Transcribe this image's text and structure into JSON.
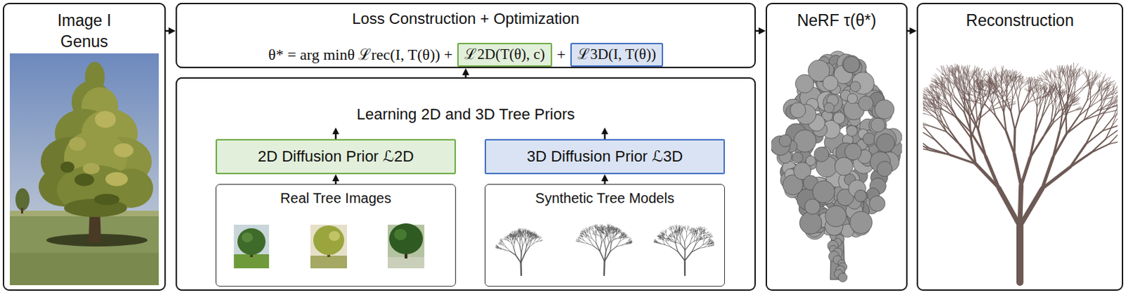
{
  "diagram": {
    "nodes": [
      {
        "text": [
          "Image I",
          "Genus"
        ]
      },
      {
        "text": [
          "Loss Construction + Optimization",
          "θ* = arg minθ ℒrec(I, T(θ)) +",
          "+"
        ]
      },
      {
        "text": [
          "ℒ2D(T(θ), c)"
        ],
        "in": 1
      },
      {
        "text": [
          "ℒ3D(I, T(θ))"
        ],
        "in": 1
      },
      {
        "text": [
          "Learning 2D and 3D Tree Priors"
        ]
      },
      {
        "text": [
          "2D Diffusion Prior ℒ2D"
        ],
        "in": 4
      },
      {
        "text": [
          "3D Diffusion Prior ℒ3D"
        ],
        "in": 4
      },
      {
        "text": [
          "Real Tree Images"
        ],
        "in": 4
      },
      {
        "text": [
          "Synthetic Tree Models"
        ],
        "in": 4
      },
      {
        "text": [
          "NeRF τ(θ*)"
        ]
      },
      {
        "text": [
          "Reconstruction"
        ]
      }
    ],
    "edges": [
      {
        "from": 0,
        "to": 1,
        "arrow": "to"
      },
      {
        "from": 1,
        "to": 9,
        "arrow": "to"
      },
      {
        "from": 9,
        "to": 10,
        "arrow": "to"
      },
      {
        "from": 4,
        "to": 1,
        "arrow": "to"
      },
      {
        "from": 5,
        "to": 4,
        "arrow": "to"
      },
      {
        "from": 6,
        "to": 4,
        "arrow": "to"
      },
      {
        "from": 7,
        "to": 5,
        "arrow": "to"
      },
      {
        "from": 8,
        "to": 6,
        "arrow": "to"
      }
    ]
  }
}
